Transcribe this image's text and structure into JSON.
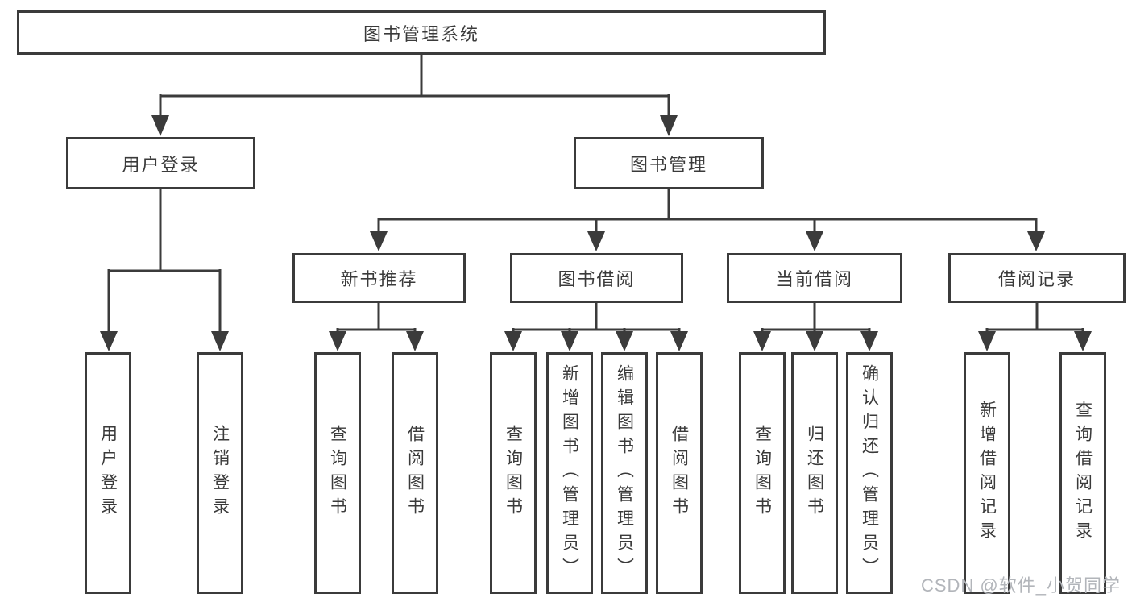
{
  "diagram": {
    "type": "hierarchy-tree",
    "tree": {
      "root": {
        "label": "图书管理系统",
        "children": [
          {
            "label": "用户登录",
            "children": [
              {
                "label": "用户登录"
              },
              {
                "label": "注销登录"
              }
            ]
          },
          {
            "label": "图书管理",
            "children": [
              {
                "label": "新书推荐",
                "children": [
                  {
                    "label": "查询图书"
                  },
                  {
                    "label": "借阅图书"
                  }
                ]
              },
              {
                "label": "图书借阅",
                "children": [
                  {
                    "label": "查询图书"
                  },
                  {
                    "label": "新增图书（管理员）"
                  },
                  {
                    "label": "编辑图书（管理员）"
                  },
                  {
                    "label": "借阅图书"
                  }
                ]
              },
              {
                "label": "当前借阅",
                "children": [
                  {
                    "label": "查询图书"
                  },
                  {
                    "label": "归还图书"
                  },
                  {
                    "label": "确认归还（管理员）"
                  }
                ]
              },
              {
                "label": "借阅记录",
                "children": [
                  {
                    "label": "新增借阅记录"
                  },
                  {
                    "label": "查询借阅记录"
                  }
                ]
              }
            ]
          }
        ]
      }
    },
    "colors": {
      "line": "#3b3b3b",
      "box_border": "#3b3b3b",
      "box_background": "#ffffff",
      "text": "#3a3a3a",
      "watermark": "#b2b5ba",
      "background": "#ffffff"
    }
  },
  "watermark": "CSDN @软件_小贺同学"
}
